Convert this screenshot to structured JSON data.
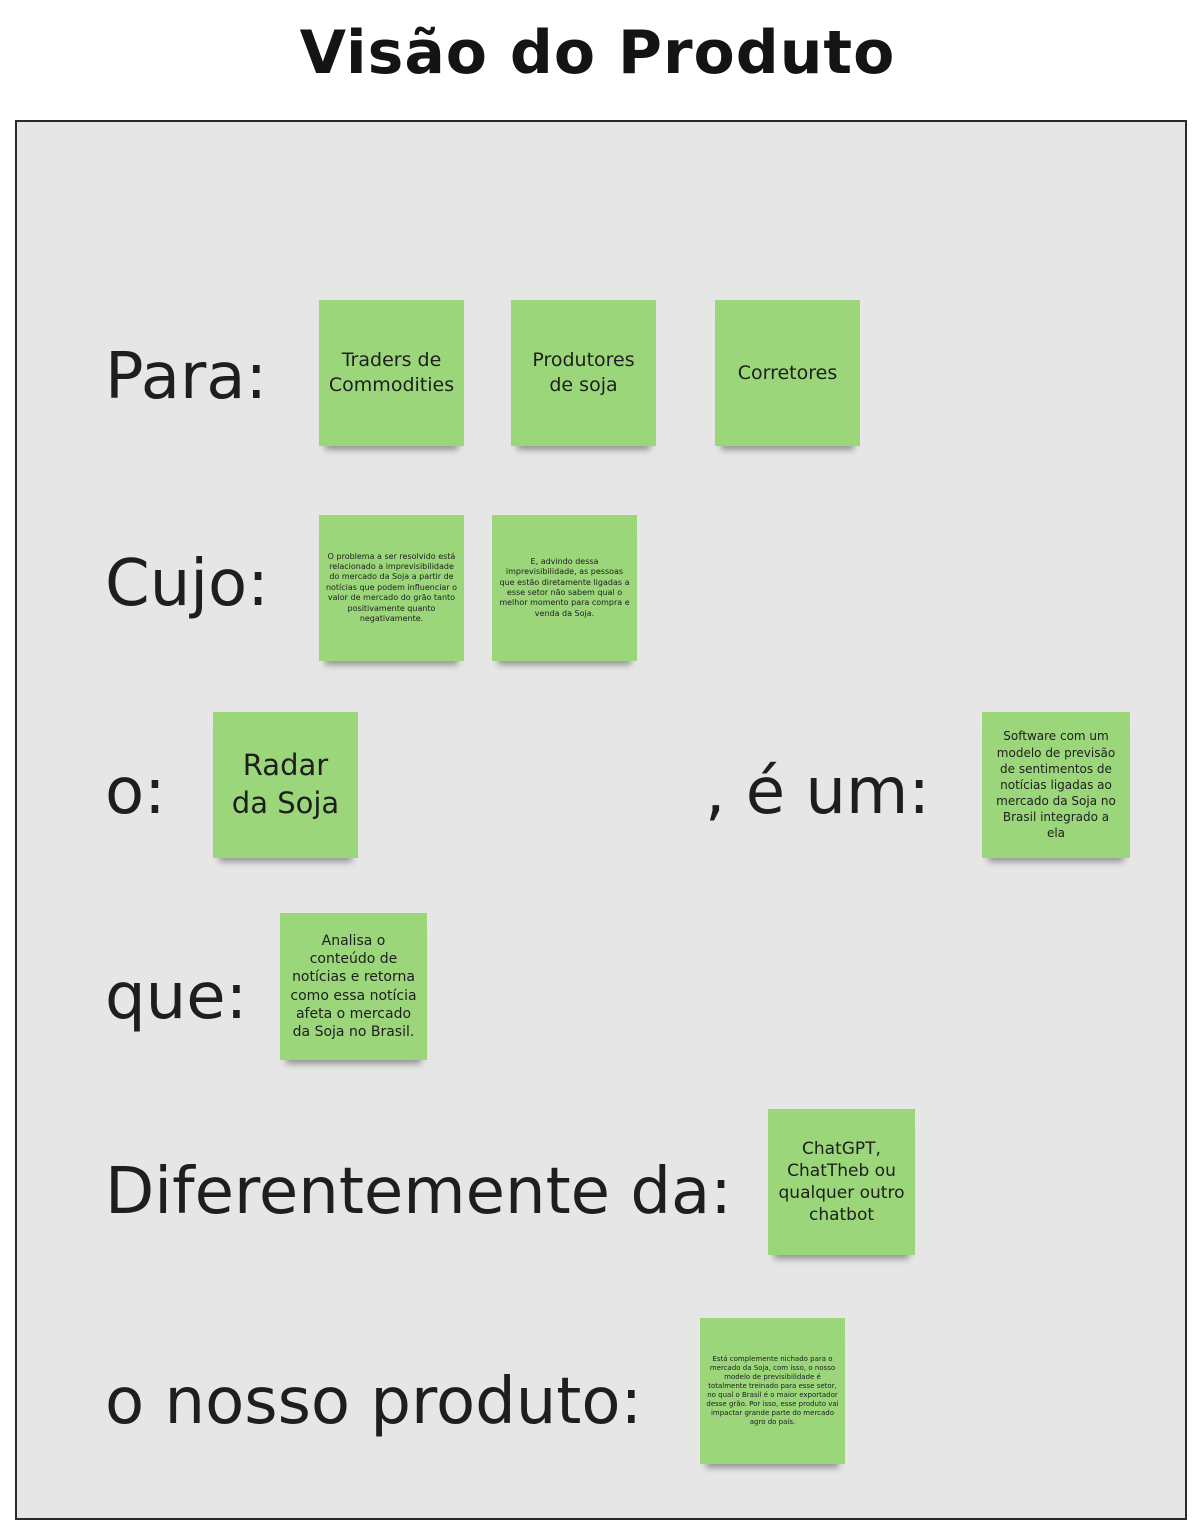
{
  "title": "Visão do Produto",
  "colors": {
    "sticky": "#9bd67a",
    "board": "#e6e6e6",
    "border": "#2a2a2a"
  },
  "rows": {
    "para": "Para:",
    "cujo": "Cujo:",
    "o": "o:",
    "e_um": ", é um:",
    "que": "que:",
    "diferentemente": "Diferentemente da:",
    "nosso_produto": "o nosso produto:"
  },
  "stickies": {
    "traders": "Traders de Commodities",
    "produtores": "Produtores de soja",
    "corretores": "Corretores",
    "problema": "O problema a ser resolvido está relacionado a imprevisibilidade do mercado da Soja a partir de notícias que podem influenciar o valor de mercado do grão tanto positivamente quanto negativamente.",
    "advindo": "E, advindo dessa imprevisibilidade, as pessoas que estão diretamente ligadas a esse setor não sabem qual o melhor momento para compra e venda da Soja.",
    "radar": "Radar da Soja",
    "software": "Software com um modelo de previsão de sentimentos de notícias ligadas ao mercado da Soja no Brasil integrado a ela",
    "analisa": "Analisa o conteúdo de notícias e retorna como essa notícia afeta o mercado da Soja no Brasil.",
    "chatgpt": "ChatGPT, ChatTheb ou qualquer outro chatbot",
    "nichado": "Está complemente nichado para o mercado da Soja, com isso, o nosso modelo de previsibilidade é totalmente treinado para esse setor, no qual o Brasil é o maior exportador desse grão. Por isso, esse produto vai impactar grande parte do mercado agro do país."
  }
}
